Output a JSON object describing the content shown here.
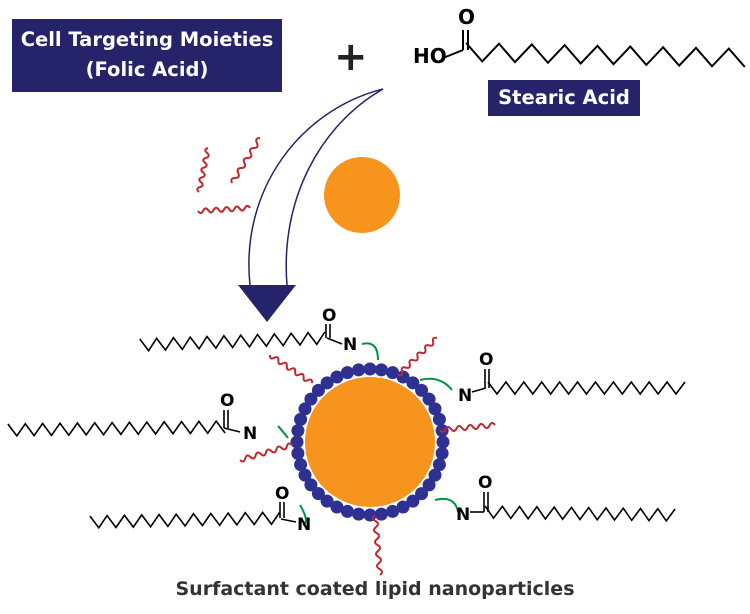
{
  "labels": {
    "cell_targeting_line1": "Cell Targeting Moieties",
    "cell_targeting_line2": "(Folic Acid)",
    "plus": "+",
    "stearic_acid": "Stearic Acid",
    "caption": "Surfactant coated lipid nanoparticles"
  },
  "chemistry": {
    "ho": "HO",
    "o": "O",
    "n": "N"
  },
  "colors": {
    "label_box": "#25246b",
    "lipid_core": "#f7941d",
    "surfactant_bead": "#2e3192",
    "folic_acid_wave": "#c1272d",
    "linker": "#009245",
    "arrow": "#25246b",
    "chain": "#000000"
  }
}
